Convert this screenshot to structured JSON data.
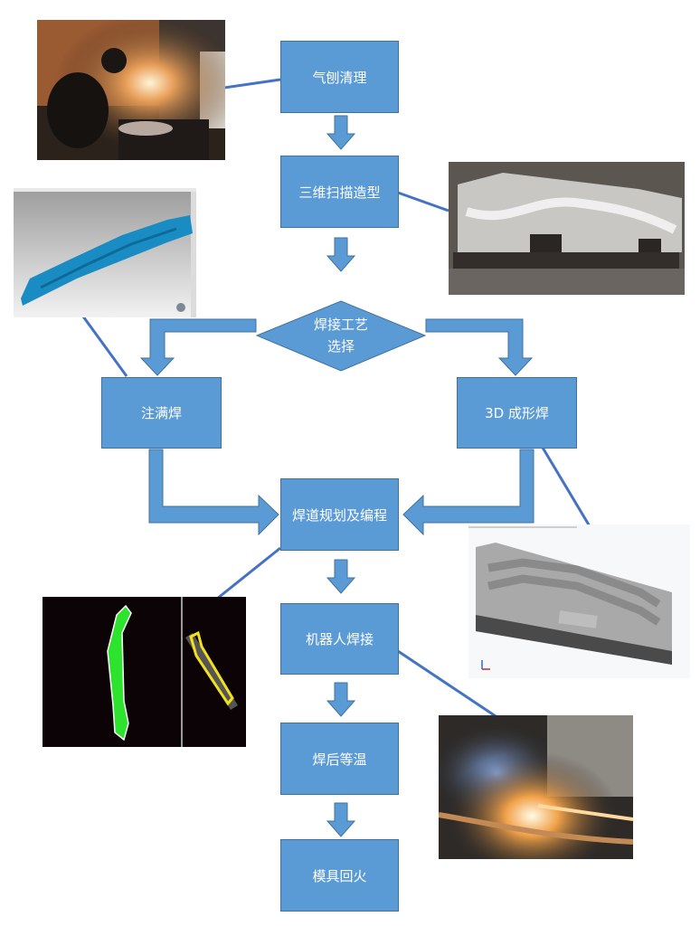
{
  "steps": {
    "gouging": "气刨清理",
    "scanning": "三维扫描造型",
    "decision_line1": "焊接工艺",
    "decision_line2": "选择",
    "fill_weld": "注满焊",
    "shape_weld": "3D 成形焊",
    "planning": "焊道规划及编程",
    "robot_weld": "机器人焊接",
    "isothermal": "焊后等温",
    "tempering": "模具回火"
  },
  "colors": {
    "node_fill": "#5b9bd5",
    "node_border": "#41719c",
    "connector": "#4472c4"
  }
}
